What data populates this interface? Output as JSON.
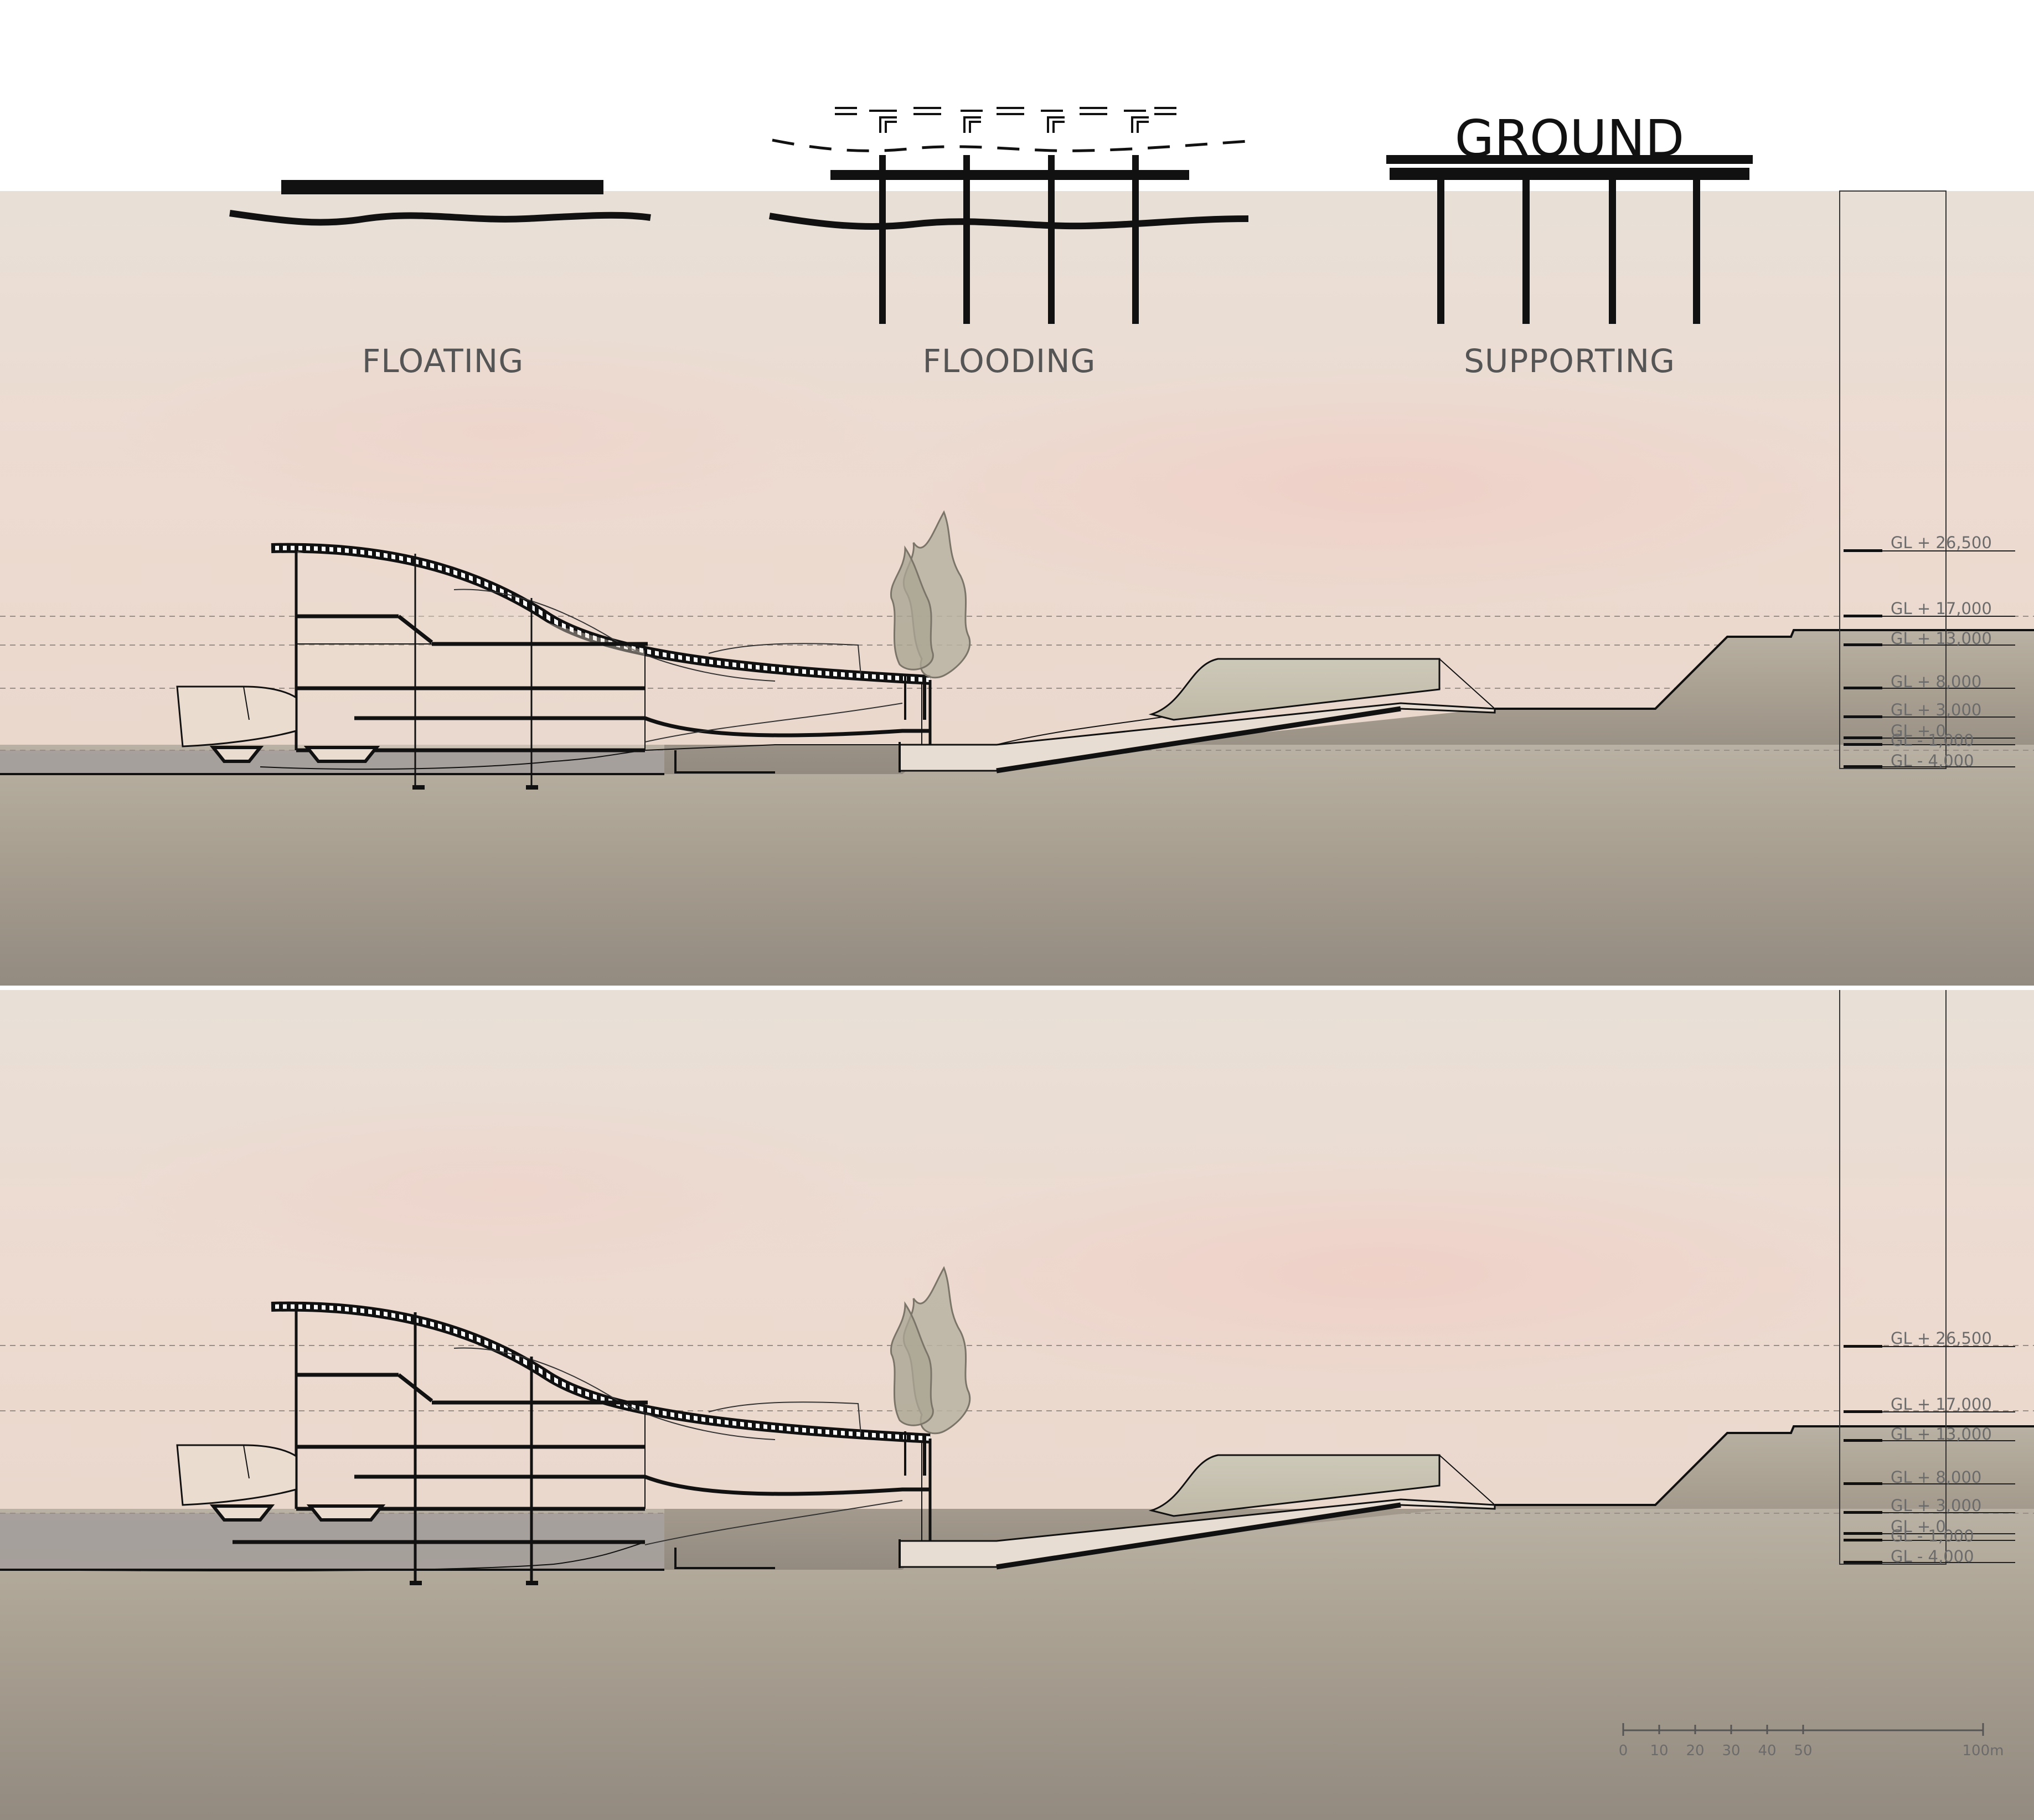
{
  "concepts": [
    {
      "label": "FLOATING",
      "icon": "floating-platform-icon"
    },
    {
      "label": "FLOODING",
      "icon": "flooding-stilts-icon"
    },
    {
      "label": "SUPPORTING",
      "icon": "supporting-piles-icon"
    }
  ],
  "supporting_ground_label": "GROUND",
  "levels": [
    "GL + 26,500",
    "GL + 17,000",
    "GL + 13,000",
    "GL + 8,000",
    "GL + 3,000",
    "GL + 0",
    "GL - 1,000",
    "GL - 4,000"
  ],
  "scale_bar": {
    "ticks": [
      "0",
      "10",
      "20",
      "30",
      "40",
      "50"
    ],
    "end_label": "100m"
  },
  "colors": {
    "sky_top": "#e9e1d8",
    "sky_pink": "#ecd8cf",
    "ground_top": "#b6ad9f",
    "ground_bottom": "#958b80",
    "water": "#a39e9b",
    "building_fill": "#ebdcd0",
    "hill_fill": "#c7c2b0",
    "line": "#111111"
  }
}
